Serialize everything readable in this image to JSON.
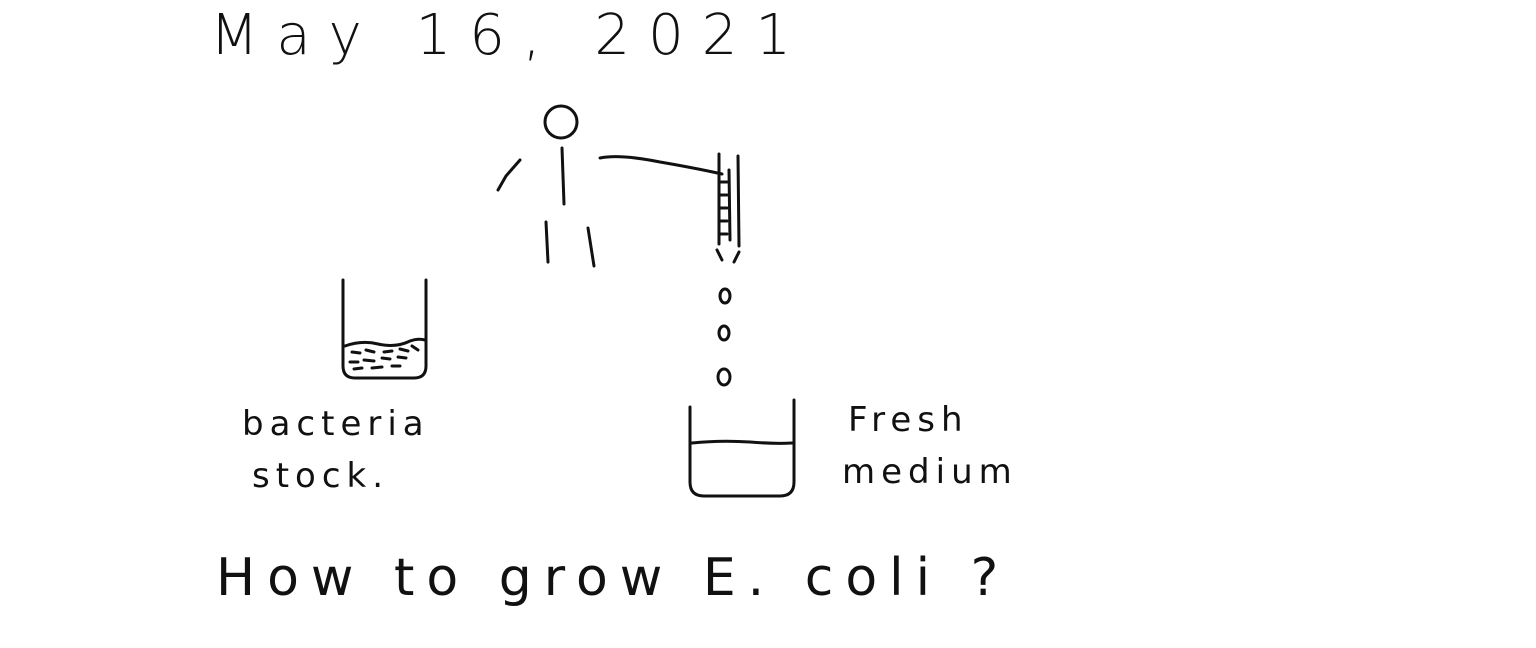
{
  "date": "May 16, 2021",
  "labels": {
    "bacteria_line1": "bacteria",
    "bacteria_line2": "stock.",
    "medium_line1": "Fresh",
    "medium_line2": "medium"
  },
  "question": "How to grow E. coli ?",
  "colors": {
    "ink": "#111111",
    "background": "#ffffff"
  }
}
